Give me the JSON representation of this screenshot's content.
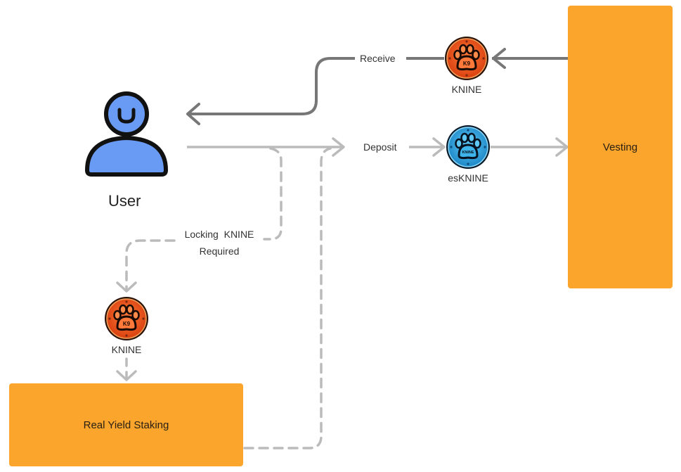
{
  "diagram": {
    "nodes": {
      "user": {
        "label": "User",
        "icon": "user-icon",
        "color": "#6A9BF4"
      },
      "vesting": {
        "label": "Vesting",
        "color": "#FBA52C"
      },
      "staking": {
        "label": "Real Yield Staking",
        "color": "#FBA52C"
      },
      "knine_top": {
        "label": "KNINE",
        "icon": "knine-token-icon",
        "badge": "K9",
        "color": "#E8501E"
      },
      "esknine": {
        "label": "esKNINE",
        "icon": "esknine-token-icon",
        "badge": "KNINE",
        "color": "#2BA6E0"
      },
      "knine_bottom": {
        "label": "KNINE",
        "icon": "knine-token-icon",
        "badge": "K9",
        "color": "#E8501E"
      }
    },
    "edges": {
      "receive": {
        "label": "Receive",
        "from": "Vesting",
        "to": "User",
        "style": "solid",
        "color": "#777777"
      },
      "deposit": {
        "label": "Deposit",
        "from": "User",
        "to": "Vesting",
        "style": "solid",
        "color": "#BBBBBB"
      },
      "locking": {
        "label_line1": "Locking  KNINE",
        "label_line2": "Required",
        "from": "User",
        "to": "KNINE",
        "style": "dashed",
        "color": "#BBBBBB"
      },
      "staking_to_deposit": {
        "from": "Real Yield Staking",
        "to": "Deposit",
        "style": "dashed",
        "color": "#BBBBBB"
      }
    }
  }
}
